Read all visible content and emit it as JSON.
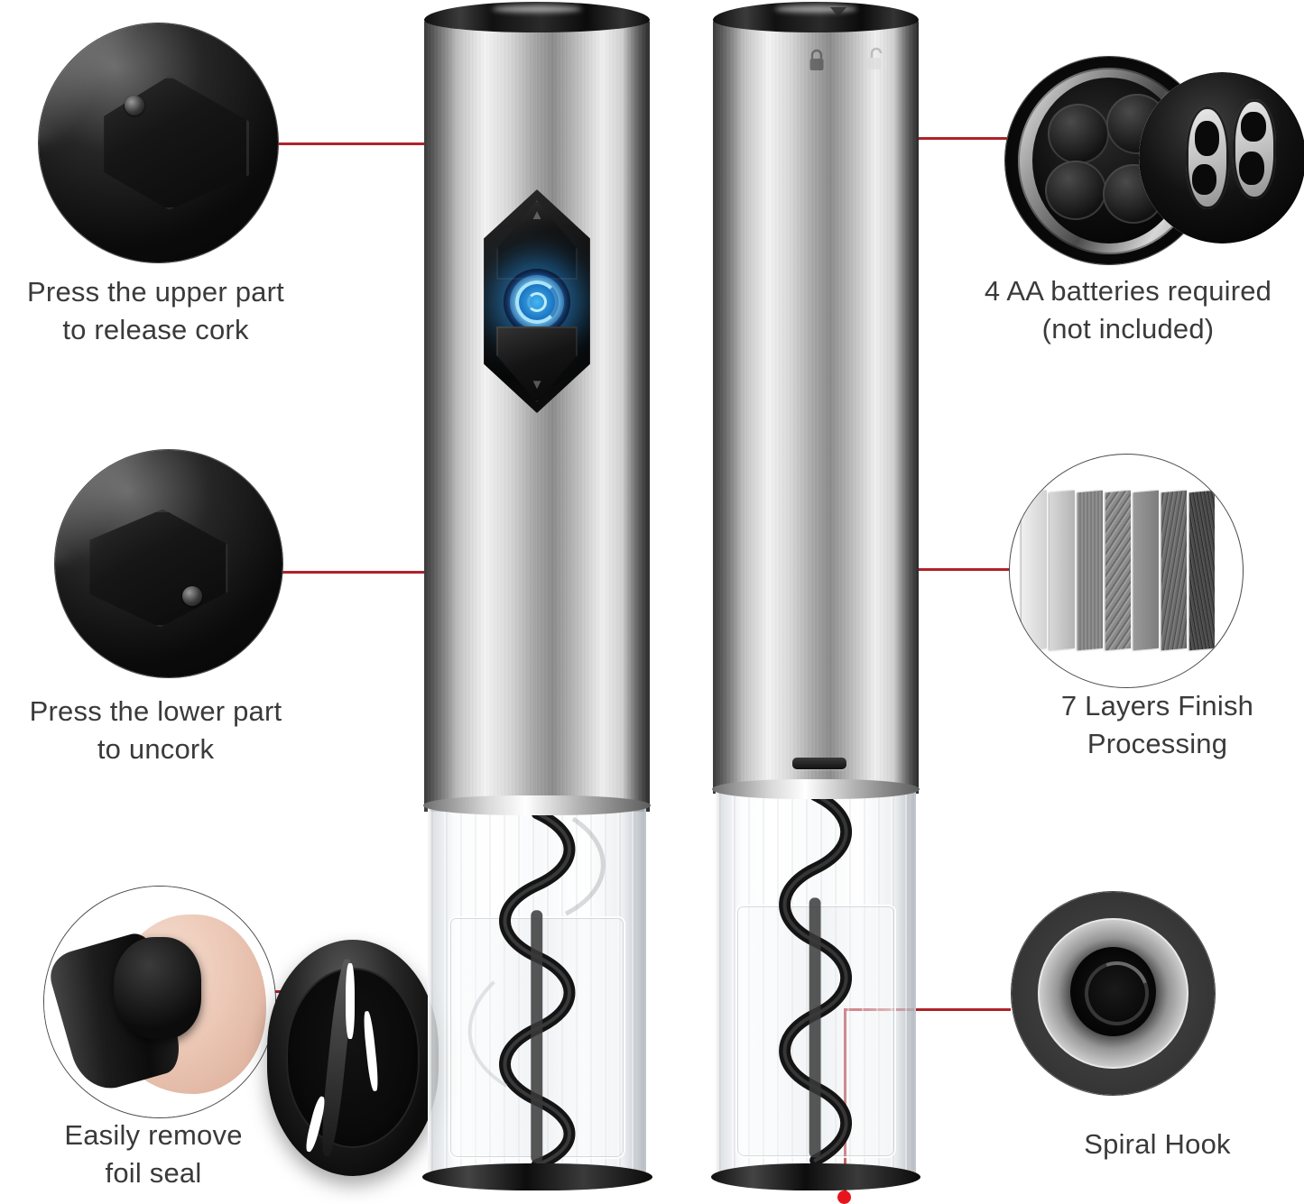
{
  "page": {
    "title": "Electric Wine Opener Feature Infographic",
    "background_color": "#ffffff",
    "accent_line_color": "#b0222a",
    "accent_dot_color": "#e8141c"
  },
  "callouts": {
    "upper_button": {
      "label": "Press the upper part\nto release cork",
      "icon": "up-arrow-button-icon",
      "side": "left"
    },
    "lower_button": {
      "label": "Press the lower part\nto uncork",
      "icon": "down-arrow-button-icon",
      "side": "left"
    },
    "foil_cutter": {
      "label": "Easily remove\nfoil seal",
      "icon": "foil-cutter-icon",
      "side": "left"
    },
    "batteries": {
      "label": "4 AA batteries required\n(not included)",
      "icon": "battery-compartment-icon",
      "side": "right"
    },
    "finish": {
      "label": "7 Layers Finish\nProcessing",
      "icon": "layers-icon",
      "side": "right"
    },
    "spiral_hook": {
      "label": "Spiral Hook",
      "icon": "spiral-hook-icon",
      "side": "right"
    }
  },
  "product": {
    "front_unit": {
      "name": "electric wine opener front view",
      "cap_color": "#111111",
      "body_color": "#c9c9c9",
      "panel": {
        "up_button": "up-arrow-button",
        "down_button": "down-arrow-button",
        "led_indicator": "blue-spiral-led",
        "led_color": "#2da0fa",
        "up_glyph": "▲",
        "down_glyph": "▼"
      }
    },
    "back_unit": {
      "name": "electric wine opener back view",
      "markings": {
        "lock_icon": "lock-closed-icon",
        "unlock_icon": "lock-open-icon",
        "alignment_arrow": "alignment-arrow-icon",
        "vent_slot": "vent-slot"
      }
    },
    "foil_cap": {
      "name": "detachable foil cutter cap",
      "color": "#0c0c0c"
    }
  },
  "layers_detail": {
    "count": 7,
    "swatches": [
      "#e2e2e2",
      "#c3c3c3",
      "#8d8d8d",
      "#747474",
      "#848484",
      "#5a5a5a",
      "#3d3d3d"
    ]
  }
}
